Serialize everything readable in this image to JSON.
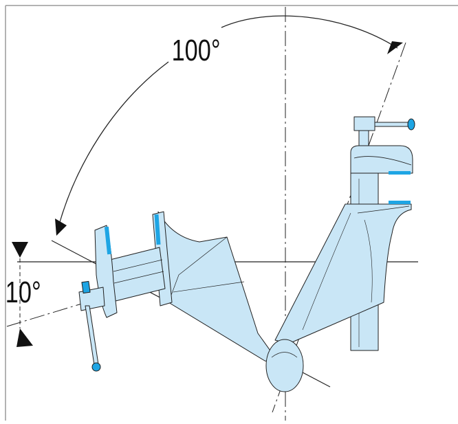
{
  "labels": {
    "tilt_angle": "100°",
    "level_angle": "10°"
  },
  "colors": {
    "fill": "#c9e6f6",
    "outline": "#1f1f1f",
    "jaw_accent": "#1ea5e4",
    "handle_tip": "#1ea5e4",
    "line": "#222222"
  },
  "icons": {
    "vise": "bench-vise-illustration",
    "arrows": "angle-arrowheads"
  }
}
